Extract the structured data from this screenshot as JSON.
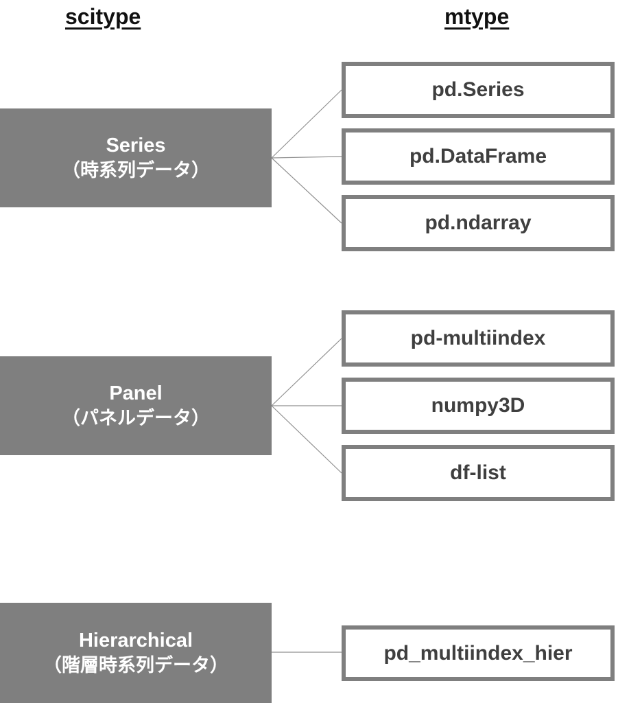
{
  "headers": {
    "scitype": "scitype",
    "mtype": "mtype"
  },
  "groups": [
    {
      "scitype_label": "Series",
      "scitype_sublabel": "（時系列データ）",
      "mtypes": [
        "pd.Series",
        "pd.DataFrame",
        "pd.ndarray"
      ]
    },
    {
      "scitype_label": "Panel",
      "scitype_sublabel": "（パネルデータ）",
      "mtypes": [
        "pd-multiindex",
        "numpy3D",
        "df-list"
      ]
    },
    {
      "scitype_label": "Hierarchical",
      "scitype_sublabel": "（階層時系列データ）",
      "mtypes": [
        "pd_multiindex_hier"
      ]
    }
  ],
  "colors": {
    "box_fill": "#7f7f7f",
    "box_border": "#7f7f7f",
    "mtype_text": "#3f3f3f",
    "connector": "#919191",
    "header_text": "#111111"
  }
}
